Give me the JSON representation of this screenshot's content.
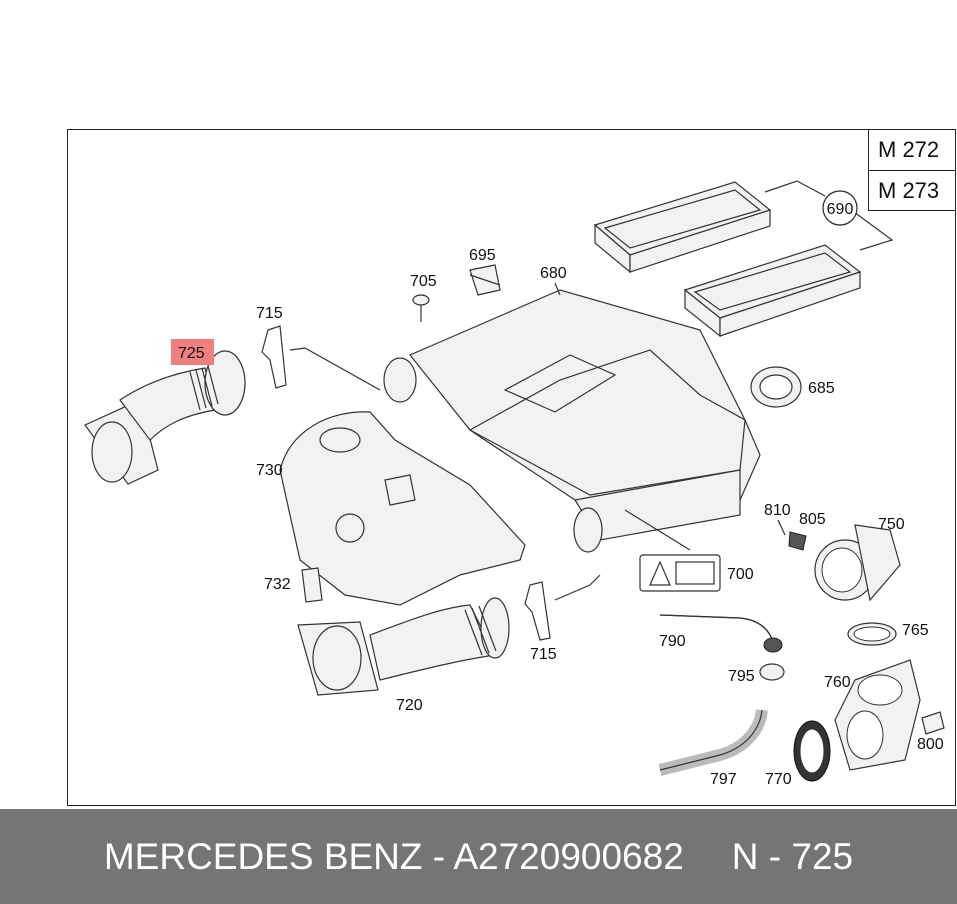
{
  "engine_codes": [
    "M 272",
    "M 273"
  ],
  "callouts": {
    "c690": "690",
    "c695": "695",
    "c680": "680",
    "c705": "705",
    "c715a": "715",
    "c725": "725",
    "c685": "685",
    "c730": "730",
    "c732": "732",
    "c720": "720",
    "c715b": "715",
    "c700": "700",
    "c810": "810",
    "c805": "805",
    "c750": "750",
    "c790": "790",
    "c765": "765",
    "c795": "795",
    "c760": "760",
    "c797": "797",
    "c770": "770",
    "c800": "800"
  },
  "highlighted_part": "725",
  "footer": {
    "brand_and_part": "MERCEDES BENZ - A2720900682",
    "position_ref": "N - 725"
  },
  "colors": {
    "highlight": "#f08080",
    "footer_bg": "#757575"
  }
}
